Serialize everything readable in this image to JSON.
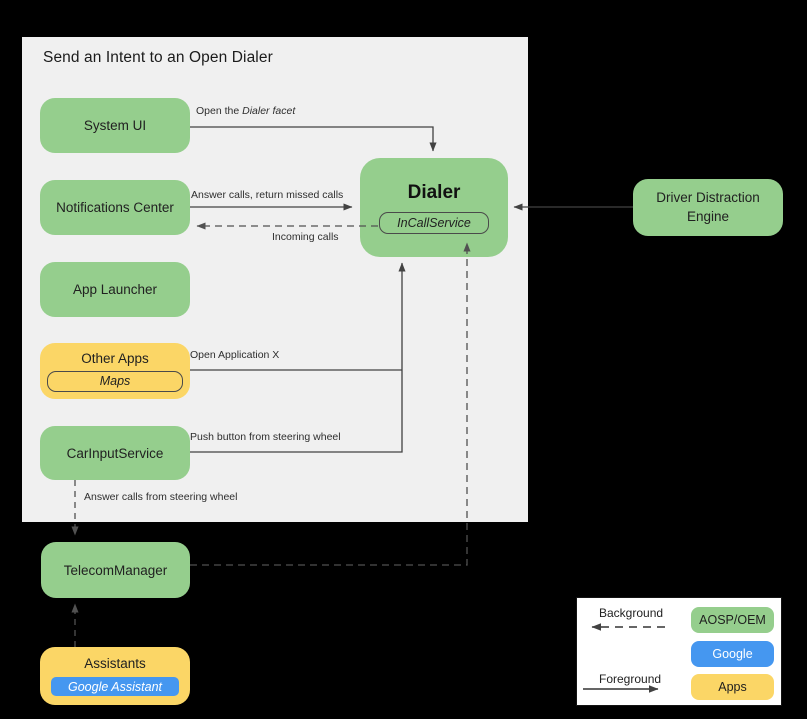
{
  "title": "Send an Intent to an Open Dialer",
  "colors": {
    "panel": "#f0f0f0",
    "green": "#95ce8d",
    "yellow": "#fbd666",
    "blue": "#4597f0",
    "line": "#424242",
    "dash_line": "#515151"
  },
  "nodes": {
    "system_ui": "System UI",
    "notifications_center": "Notifications Center",
    "app_launcher": "App Launcher",
    "other_apps": "Other Apps",
    "maps": "Maps",
    "car_input_service": "CarInputService",
    "dialer": "Dialer",
    "in_call_service": "InCallService",
    "telecom_manager": "TelecomManager",
    "assistants": "Assistants",
    "google_assistant": "Google Assistant",
    "driver_distraction_engine": "Driver Distraction Engine"
  },
  "edges": {
    "open_dialer_prefix": "Open the ",
    "open_dialer_italic": "Dialer facet",
    "answer_calls": "Answer calls, return missed calls",
    "incoming_calls": "Incoming calls",
    "open_application_x": "Open Application X",
    "push_button": "Push button from steering wheel",
    "answer_steering": "Answer calls from steering wheel"
  },
  "legend": {
    "background_label": "Background",
    "foreground_label": "Foreground",
    "aosp_oem": "AOSP/OEM",
    "google": "Google",
    "apps": "Apps"
  }
}
